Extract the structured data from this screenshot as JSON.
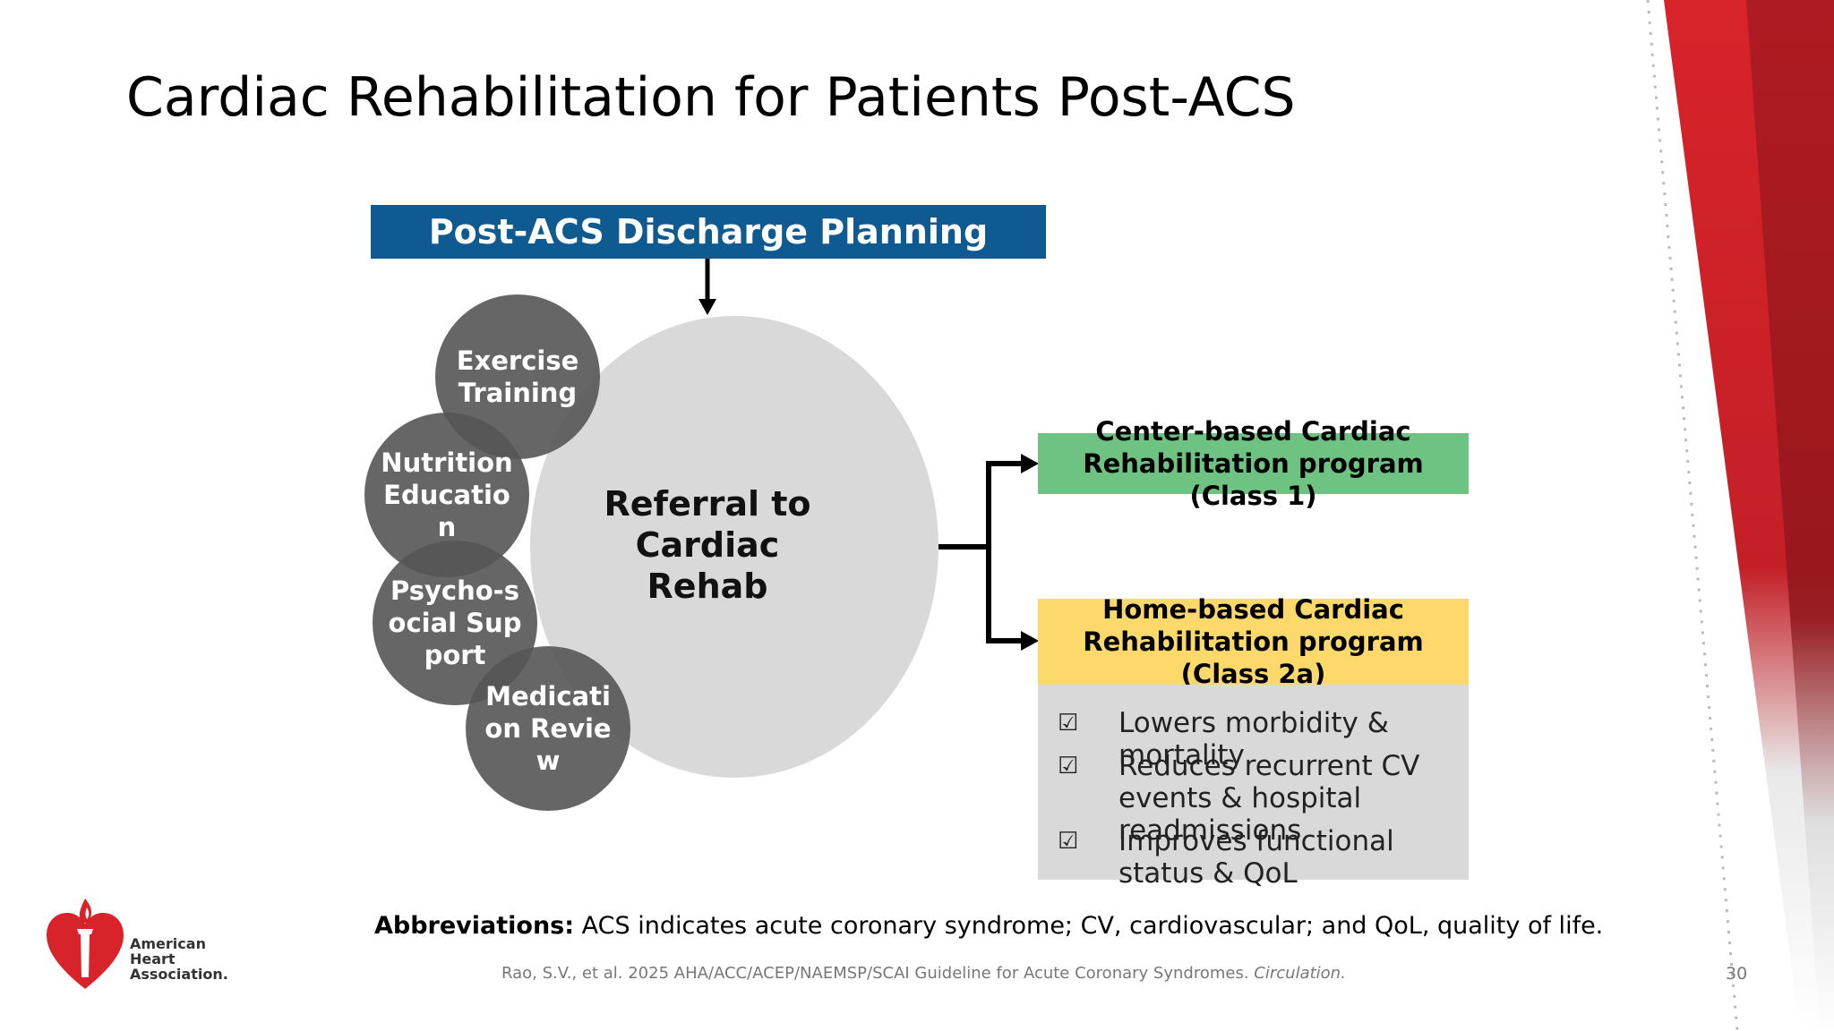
{
  "slide": {
    "title": "Cardiac Rehabilitation for Patients Post-ACS",
    "page_number": "30"
  },
  "diagram": {
    "header": "Post-ACS Discharge Planning",
    "center_label": "Referral to Cardiac Rehab",
    "components": [
      {
        "label": "Exercise Training"
      },
      {
        "label": "Nutrition Education"
      },
      {
        "label": "Psycho-social Support"
      },
      {
        "label": "Medication Review"
      }
    ],
    "outcomes": [
      {
        "label": "Center-based Cardiac Rehabilitation program (Class 1)",
        "color": "#6ec382"
      },
      {
        "label": "Home-based Cardiac Rehabilitation program (Class 2a)",
        "color": "#fdd96b"
      }
    ],
    "benefits": [
      {
        "text": "Lowers morbidity & mortality"
      },
      {
        "text": "Reduces recurrent CV events & hospital readmissions"
      },
      {
        "text": "Improves functional status & QoL"
      }
    ],
    "check_symbol": "☑"
  },
  "footer": {
    "abbrev_label": "Abbreviations:",
    "abbrev_text": " ACS indicates acute coronary syndrome; CV, cardiovascular; and QoL, quality of life.",
    "citation": "Rao, S.V., et al. 2025 AHA/ACC/ACEP/NAEMSP/SCAI Guideline for Acute Coronary Syndromes.",
    "citation_journal": "Circulation.",
    "logo_text": [
      "American",
      "Heart",
      "Association."
    ]
  },
  "colors": {
    "header_blue": "#0e5a91",
    "circle_gray": "#d9d9d9",
    "component_gray": "#555555",
    "brand_red": "#d8232a"
  }
}
